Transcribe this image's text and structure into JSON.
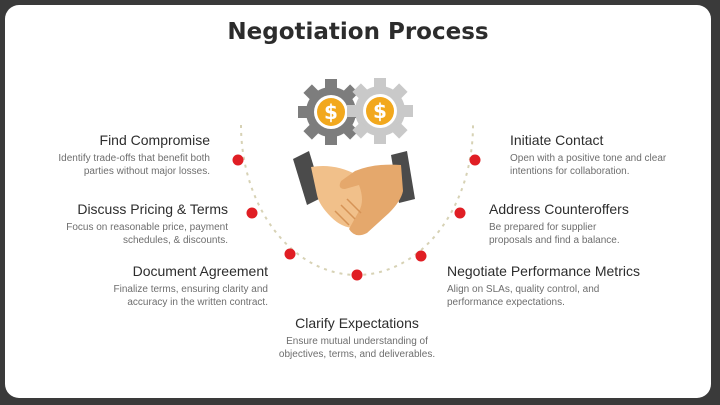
{
  "title": "Negotiation Process",
  "icons": [
    "gear-dollar-icon",
    "handshake-icon"
  ],
  "colors": {
    "dot": "#e01e24",
    "dotted_arc": "#d7d2b5",
    "gear_dark": "#7d7d7d",
    "gear_light": "#c9c9c9",
    "coin": "#f2a81d",
    "hand": "#f1c08a",
    "cuff": "#4b4b4b"
  },
  "steps": [
    {
      "title": "Find Compromise",
      "desc": "Identify trade-offs that benefit both\nparties without major losses."
    },
    {
      "title": "Discuss Pricing & Terms",
      "desc": "Focus on reasonable price, payment\nschedules, & discounts."
    },
    {
      "title": "Document Agreement",
      "desc": "Finalize terms, ensuring clarity and\naccuracy in the written contract."
    },
    {
      "title": "Clarify Expectations",
      "desc": "Ensure mutual understanding of\nobjectives, terms, and deliverables."
    },
    {
      "title": "Negotiate Performance Metrics",
      "desc": "Align on SLAs, quality control, and\nperformance expectations."
    },
    {
      "title": "Address Counteroffers",
      "desc": "Be prepared for supplier\nproposals and find a balance."
    },
    {
      "title": "Initiate Contact",
      "desc": "Open with a positive tone and clear\nintentions for collaboration."
    }
  ]
}
